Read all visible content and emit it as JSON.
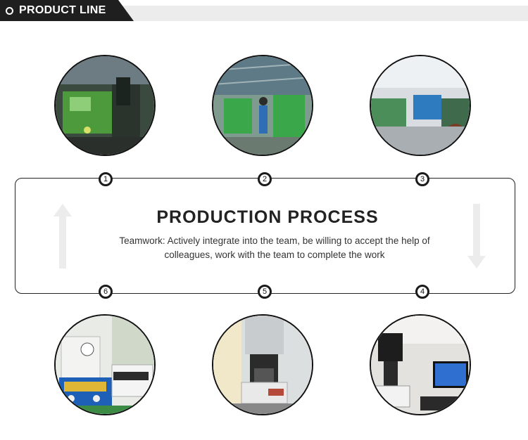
{
  "header": {
    "title": "PRODUCT LINE"
  },
  "process": {
    "title": "PRODUCTION PROCESS",
    "description_line1": "Teamwork: Actively integrate into the team, be willing to accept the help of",
    "description_line2": "colleagues, work with the team to complete the work"
  },
  "steps": [
    "1",
    "2",
    "3",
    "4",
    "5",
    "6"
  ],
  "colors": {
    "header_bg": "#1f1f1f",
    "strip": "#ececec",
    "machine_green": "#3aa84a",
    "accent_blue": "#1e5fb8"
  },
  "photos": [
    {
      "icon": "factory-machines-dark"
    },
    {
      "icon": "factory-workshop-green"
    },
    {
      "icon": "factory-hall-bright"
    },
    {
      "icon": "microscope-lab-monitor"
    },
    {
      "icon": "hardness-tester"
    },
    {
      "icon": "polishing-machine"
    }
  ]
}
